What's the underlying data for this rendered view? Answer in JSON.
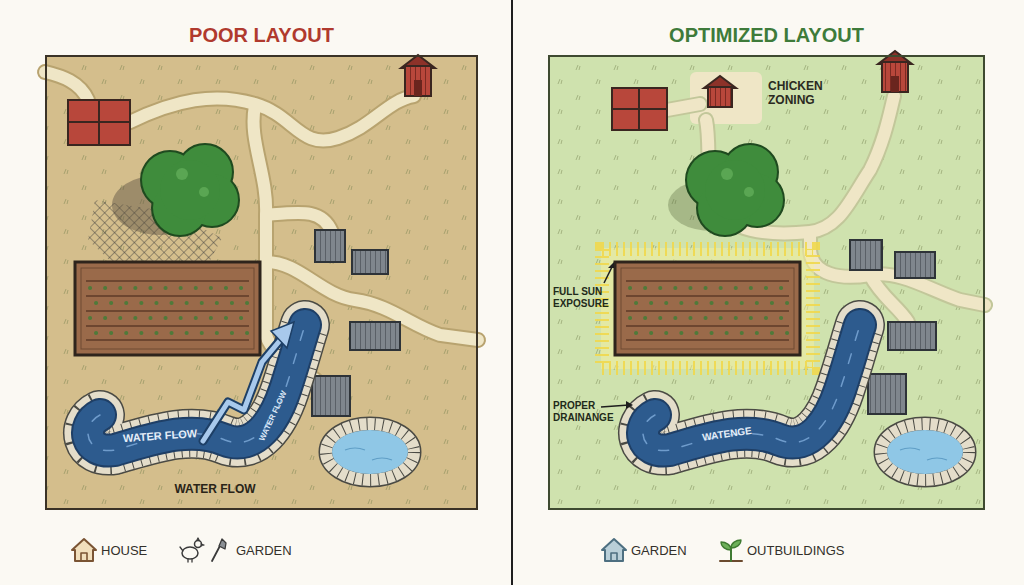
{
  "diagram": {
    "nodes": [
      {
        "text": [
          "POOR LAYOUT"
        ]
      },
      {
        "text": [
          "OPTIMIZED LAYOUT"
        ]
      }
    ],
    "labels": [
      "WATER FLOW",
      "WATER FLOW",
      "WATER FLOW",
      "CHICKEN ZONING",
      "FULL SUN EXPOSURE",
      "PROPER DRAINANGE",
      "WATENGE"
    ],
    "legend": [
      {
        "text": "HOUSE"
      },
      {
        "text": "GARDEN"
      },
      {
        "text": "GARDEN"
      },
      {
        "text": "OUTBUILDINGS"
      }
    ]
  }
}
